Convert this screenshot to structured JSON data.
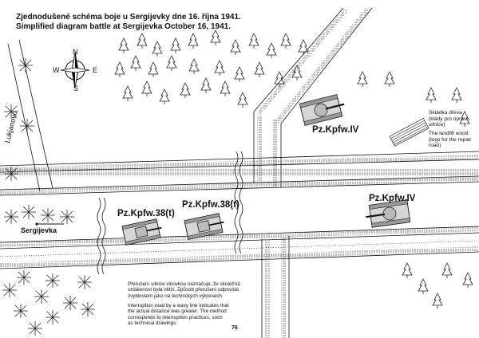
{
  "title": {
    "cz": "Zjednodušené schéma boje u Sergijevky dne 16. října 1941.",
    "en": "Simplified diagram battle at Sergijevka October 16, 1941."
  },
  "compass": {
    "n": "N",
    "e": "E",
    "s": "S",
    "w": "W"
  },
  "places": {
    "lukjanovo": "Lukjanovo",
    "sergijevka": "Sergijevka"
  },
  "tanks": [
    {
      "label": "Pz.Kpfw.IV",
      "icon": "tank-pz4-top-icon"
    },
    {
      "label": "Pz.Kpfw.IV",
      "icon": "tank-pz4-bottom-icon"
    },
    {
      "label": "Pz.Kpfw.38(t)",
      "icon": "tank-38t-left-icon"
    },
    {
      "label": "Pz.Kpfw.38(t)",
      "icon": "tank-38t-right-icon"
    }
  ],
  "wood": {
    "cz": [
      "Skládka dřeva",
      "(klády pro úpravu",
      "silnice)"
    ],
    "en": [
      "The landfill wood",
      "(logs for the repair",
      "road)"
    ]
  },
  "note": {
    "cz": [
      "Přerušení silnice vlnovkou naznačuje, že skutečná",
      "vzdálenost byla větší. Způsob přerušení odpovídá",
      "zvyklostem jako na technických výkresech."
    ],
    "en": [
      "Interruption road by a wavy line indicates that",
      "the actual distance was greater. The method",
      "corresponds to interruption practices, such",
      "as technical drawings."
    ]
  },
  "page_number": "76"
}
